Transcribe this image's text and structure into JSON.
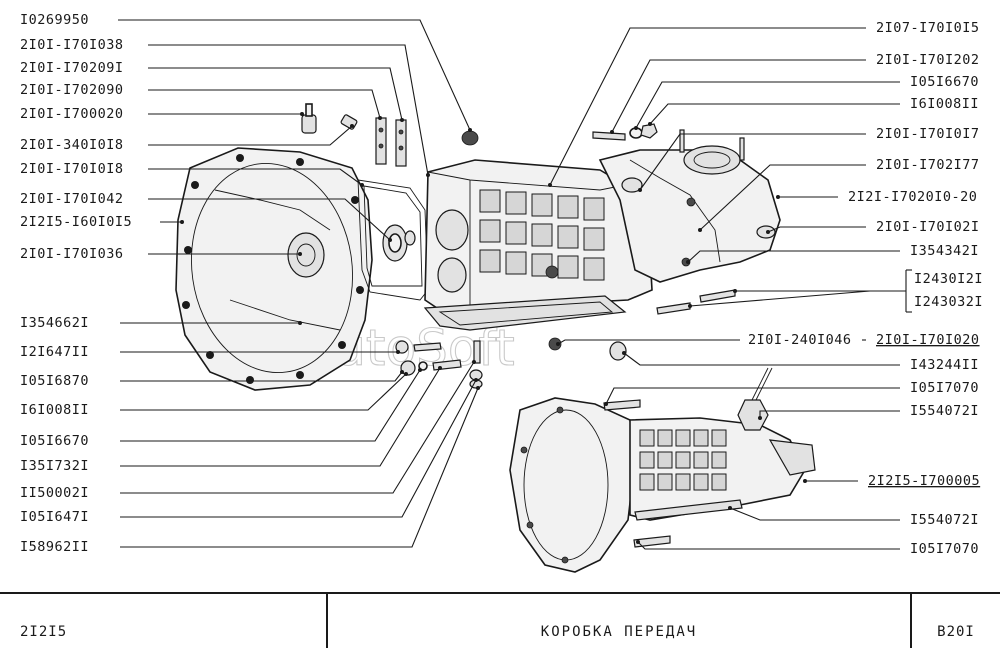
{
  "watermark": "AutoSoft",
  "left_labels": [
    {
      "id": "L1",
      "text": "I0269950"
    },
    {
      "id": "L2",
      "text": "2I0I-I70I038"
    },
    {
      "id": "L3",
      "text": "2I0I-I70209I"
    },
    {
      "id": "L4",
      "text": "2I0I-I702090"
    },
    {
      "id": "L5",
      "text": "2I0I-I700020"
    },
    {
      "id": "L6",
      "text": "2I0I-340I0I8"
    },
    {
      "id": "L7",
      "text": "2I0I-I70I0I8"
    },
    {
      "id": "L8",
      "text": "2I0I-I70I042"
    },
    {
      "id": "L9",
      "text": "2I2I5-I60I0I5"
    },
    {
      "id": "L10",
      "text": "2I0I-I70I036"
    },
    {
      "id": "L11",
      "text": "I354662I"
    },
    {
      "id": "L12",
      "text": "I2I647II"
    },
    {
      "id": "L13",
      "text": "I05I6870"
    },
    {
      "id": "L14",
      "text": "I6I008II"
    },
    {
      "id": "L15",
      "text": "I05I6670"
    },
    {
      "id": "L16",
      "text": "I35I732I"
    },
    {
      "id": "L17",
      "text": "II50002I"
    },
    {
      "id": "L18",
      "text": "I05I647I"
    },
    {
      "id": "L19",
      "text": "I58962II"
    }
  ],
  "right_labels": [
    {
      "id": "R1",
      "text": "2I07-I70I0I5"
    },
    {
      "id": "R2",
      "text": "2I0I-I70I202"
    },
    {
      "id": "R3",
      "text": "I05I6670"
    },
    {
      "id": "R4",
      "text": "I6I008II"
    },
    {
      "id": "R5",
      "text": "2I0I-I70I0I7"
    },
    {
      "id": "R6",
      "text": "2I0I-I702I77"
    },
    {
      "id": "R7",
      "text": "2I2I-I7020I0-20"
    },
    {
      "id": "R8",
      "text": "2I0I-I70I02I"
    },
    {
      "id": "R9",
      "text": "I354342I"
    },
    {
      "id": "R10",
      "text": "I2430I2I"
    },
    {
      "id": "R11",
      "text": "I243032I"
    },
    {
      "id": "R12",
      "text": "2I0I-I70I020"
    },
    {
      "id": "R13",
      "text": "I43244II"
    },
    {
      "id": "R14",
      "text": "I05I7070"
    },
    {
      "id": "R15",
      "text": "I554072I"
    },
    {
      "id": "R16",
      "text": "2I2I5-I700005"
    },
    {
      "id": "R17",
      "text": "I554072I"
    },
    {
      "id": "R18",
      "text": "I05I7070"
    }
  ],
  "mid_label": {
    "text": "2I0I-240I046"
  },
  "footer": {
    "model": "2I2I5",
    "title": "КОРОБКА  ПЕРЕДАЧ",
    "page": "B20I"
  }
}
